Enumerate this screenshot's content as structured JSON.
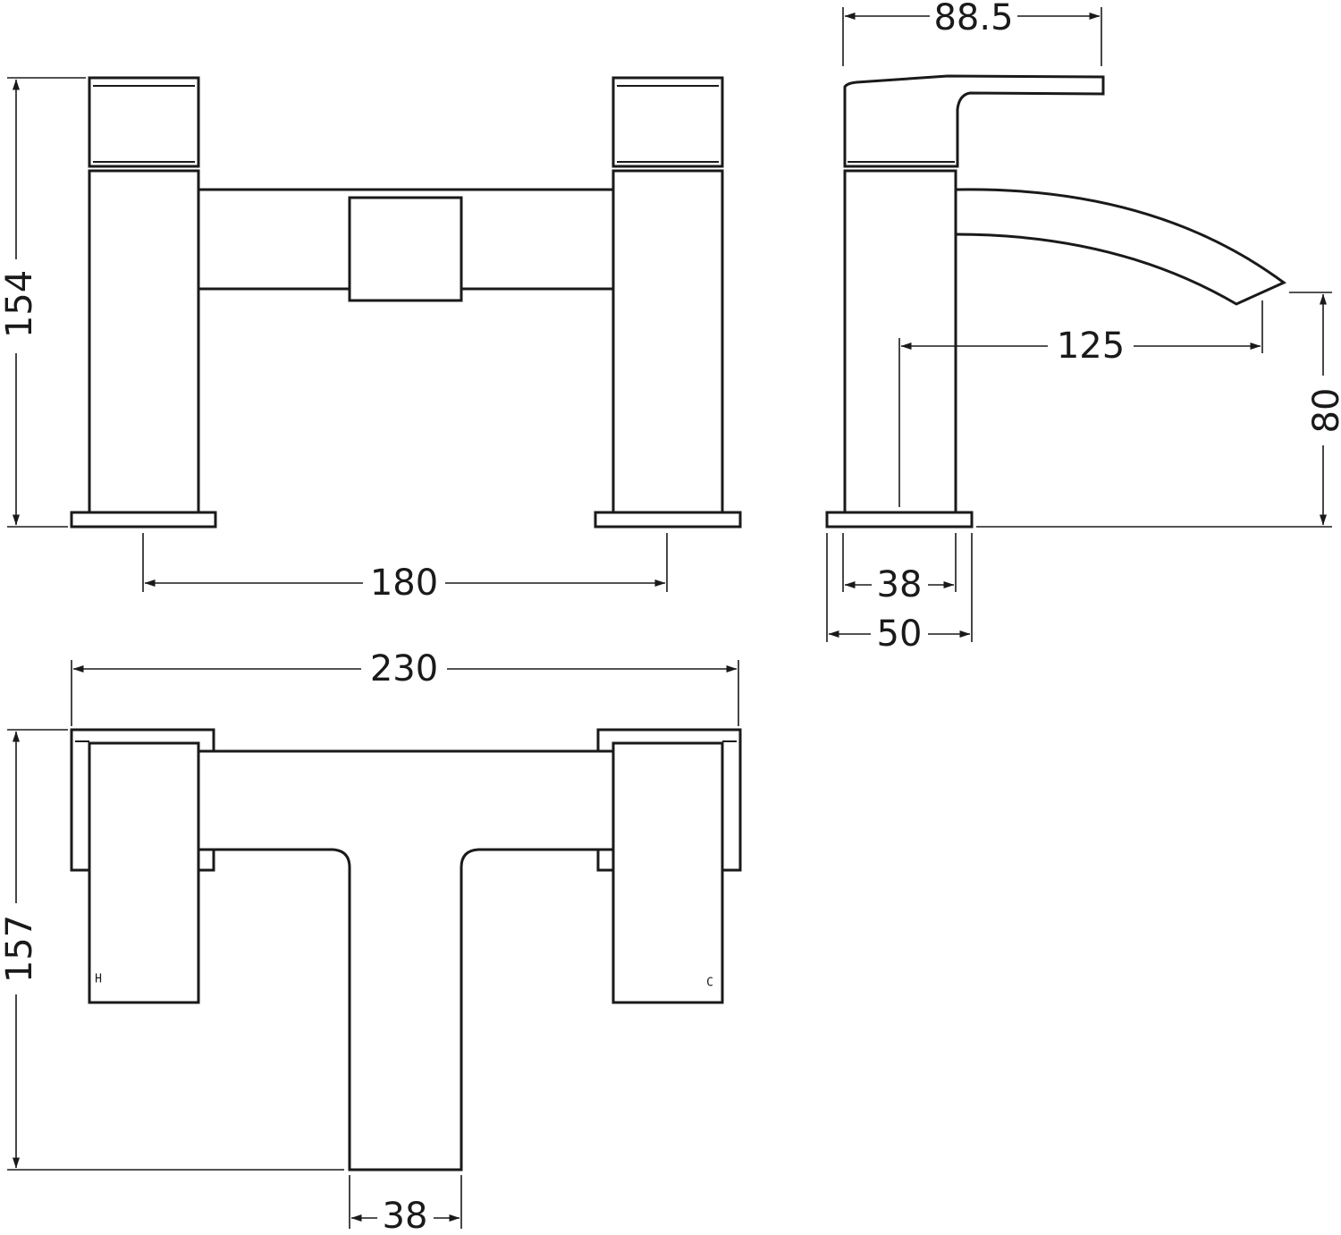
{
  "colors": {
    "stroke": "#1a1a1a",
    "background": "#ffffff"
  },
  "front_view": {
    "height_dim": "154",
    "centres_dim": "180"
  },
  "side_view": {
    "lever_dim": "88.5",
    "projection_dim": "125",
    "spout_height_dim": "80",
    "body_width_dim": "38",
    "base_width_dim": "50"
  },
  "plan_view": {
    "overall_width_dim": "230",
    "depth_dim": "157",
    "spout_width_dim": "38",
    "hot_mark": "H",
    "cold_mark": "C"
  }
}
